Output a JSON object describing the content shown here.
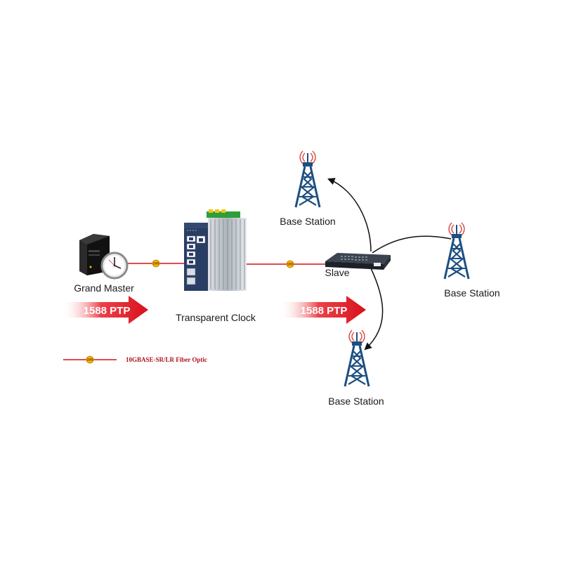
{
  "nodes": {
    "grand_master": "Grand Master",
    "transparent_clock": "Transparent Clock",
    "slave": "Slave",
    "base_station_top": "Base Station",
    "base_station_right": "Base Station",
    "base_station_bottom": "Base Station"
  },
  "flows": {
    "arrow_1": "1588 PTP",
    "arrow_2": "1588 PTP"
  },
  "legend": {
    "label": "10GBASE-SR/LR Fiber Optic",
    "marker_text": "10G"
  },
  "colors": {
    "fiber_line": "#d0101a",
    "fiber_marker": "#f4b400",
    "arrow_red": "#e0141e",
    "tower_blue": "#1d4f82",
    "switch_navy": "#2a3d63"
  },
  "icons": {
    "server": "server-icon",
    "clock": "wall-clock-icon",
    "switch_industrial": "industrial-switch-icon",
    "switch_rack": "rack-switch-icon",
    "tower": "cell-tower-icon"
  }
}
